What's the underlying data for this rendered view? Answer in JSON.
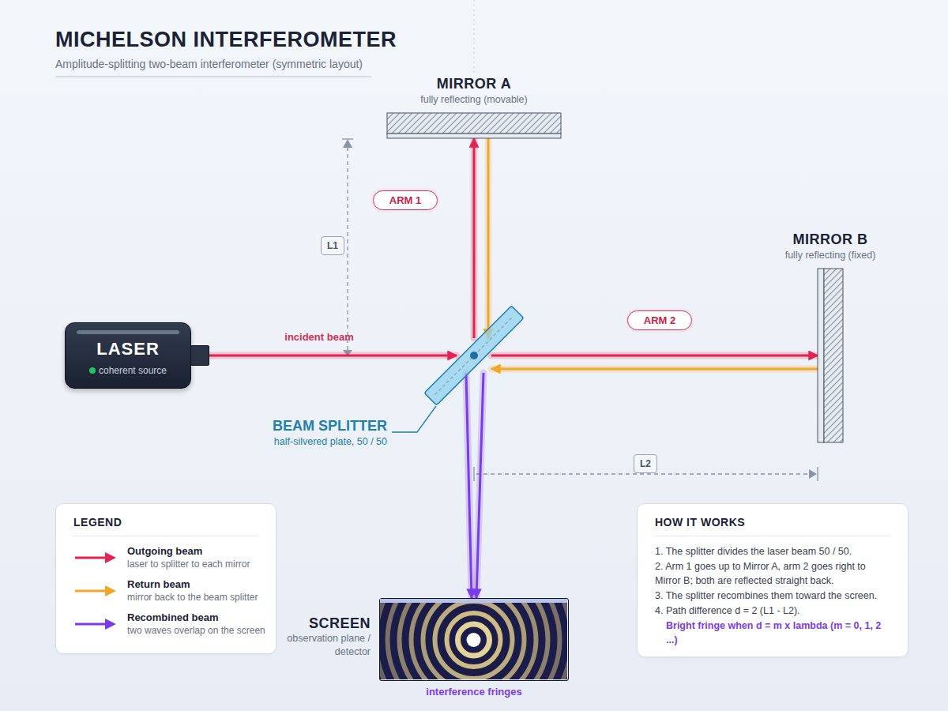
{
  "diagram": {
    "title": "MICHELSON INTERFEROMETER",
    "caption": "Amplitude-splitting two-beam interferometer (symmetric layout)",
    "nodes": [
      {
        "text": [
          "MIRROR A",
          "fully reflecting (movable)"
        ]
      },
      {
        "text": [
          "ARM 1"
        ]
      },
      {
        "text": [
          "L1"
        ]
      },
      {
        "text": [
          "MIRROR B",
          "fully reflecting (fixed)"
        ]
      },
      {
        "text": [
          "ARM 2"
        ]
      },
      {
        "text": [
          "LASER",
          "coherent source"
        ]
      },
      {
        "text": [
          "BEAM SPLITTER",
          "half-silvered plate, 50 / 50"
        ]
      },
      {
        "text": [
          "L2"
        ]
      },
      {
        "text": [
          "LEGEND"
        ]
      },
      {
        "text": [
          "SCREEN",
          "observation plane / detector"
        ]
      },
      {
        "text": [
          "HOW IT WORKS",
          "1. The splitter divides the laser beam 50 / 50.",
          "2. Arm 1 goes up to Mirror A, arm 2 goes right to Mirror B; both are reflected straight back.",
          "3. The splitter recombines them toward the screen.",
          "4. Path difference d = 2 (L1 - L2).",
          "Bright fringe when d = m x lambda (m = 0, 1, 2 ...)"
        ]
      }
    ],
    "edges": [
      {
        "from": 5,
        "to": 6,
        "label": "incident beam",
        "arrow": "to"
      },
      {
        "from": 6,
        "to": 0,
        "arrow": "to"
      },
      {
        "from": 0,
        "to": 6,
        "arrow": "to"
      },
      {
        "from": 6,
        "to": 3,
        "arrow": "to"
      },
      {
        "from": 3,
        "to": 6,
        "arrow": "to"
      },
      {
        "from": 6,
        "to": 9,
        "arrow": "to"
      },
      {
        "from": 6,
        "to": 9,
        "arrow": "to"
      }
    ],
    "labels": [
      "laser to splitter to each mirror",
      "mirror back to the beam splitter",
      "two waves overlap on the screen",
      "interference fringes"
    ],
    "legend": [
      {
        "text": "Outgoing beam"
      },
      {
        "text": "Return beam"
      },
      {
        "text": "Recombined beam"
      }
    ]
  }
}
